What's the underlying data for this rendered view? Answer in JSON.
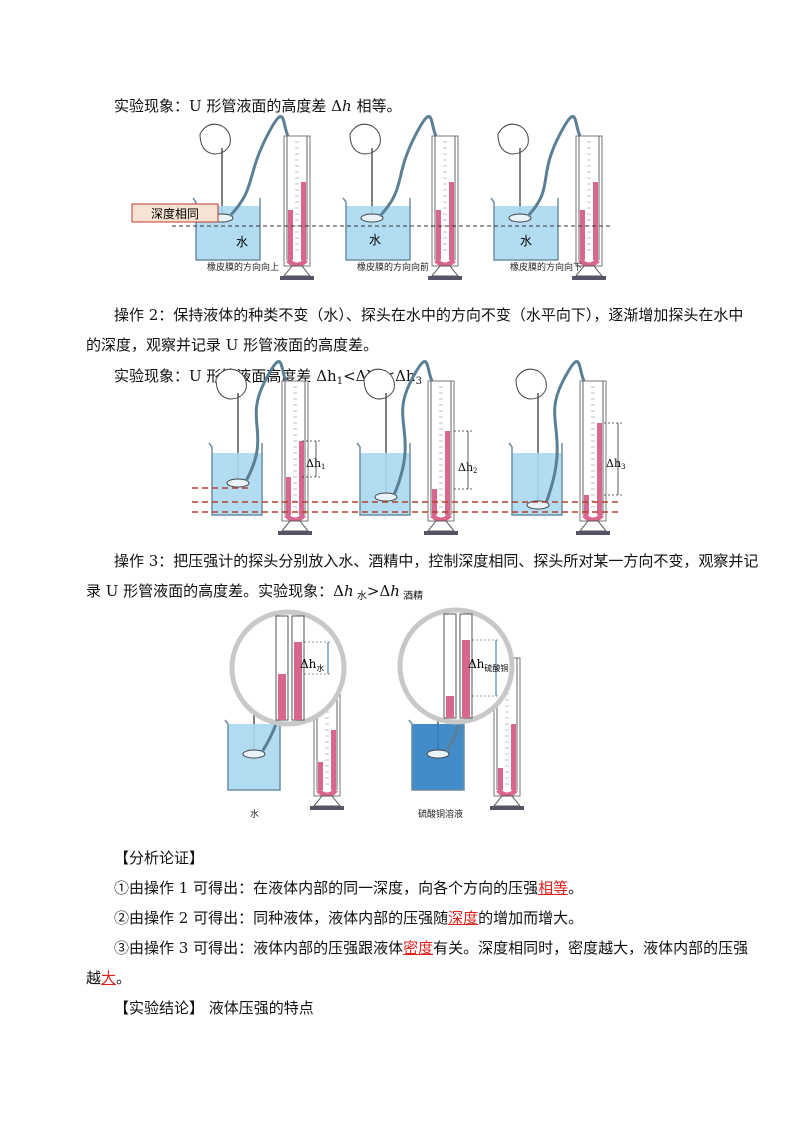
{
  "p1": {
    "text": "实验现象：U 形管液面的高度差 Δ",
    "var": "h",
    "tail": " 相等。"
  },
  "fig1": {
    "depth_tag": "深度相同",
    "water_label": "水",
    "captions": [
      "橡皮膜的方向向上",
      "橡皮膜的方向向前",
      "橡皮膜的方向向下"
    ]
  },
  "p2": {
    "line1": "操作 2：保持液体的种类不变（水）、探头在水中的方向不变（水平向下），逐渐增加探头在水中",
    "line2": "的深度，观察并记录 U 形管液面的高度差。"
  },
  "p3": {
    "prefix": "实验现象：U 形管液面高度差 ",
    "terms": [
      "Δh",
      "<Δh",
      "<Δh"
    ],
    "subs": [
      "1",
      "2",
      "3"
    ]
  },
  "fig2": {
    "dh_labels": [
      "Δh",
      "Δh",
      "Δh"
    ],
    "dh_subs": [
      "1",
      "2",
      "3"
    ]
  },
  "p4": {
    "line1": "操作 3：把压强计的探头分别放入水、酒精中，控制深度相同、探头所对某一方向不变，观察并记",
    "line2_prefix": "录 U 形管液面的高度差。实验现象：Δ",
    "h1": "h",
    "sub1": " 水",
    "mid": ">Δ",
    "h2": "h",
    "sub2": " 酒精"
  },
  "fig3": {
    "dh_water": "Δh",
    "dh_water_sub": "水",
    "dh_cuso4": "Δh",
    "dh_cuso4_sub": "硫酸铜",
    "caption_water": "水",
    "caption_cuso4": "硫酸铜溶液"
  },
  "analysis": {
    "heading": "【分析论证】",
    "item1_pre": "①由操作 1 可得出：在液体内部的同一深度，向各个方向的压强",
    "item1_ans": "相等",
    "item1_post": "。",
    "item2_pre": "②由操作 2 可得出：同种液体，液体内部的压强随",
    "item2_ans": "深度",
    "item2_post": "的增加而增大。",
    "item3_pre": "③由操作 3 可得出：液体内部的压强跟液体",
    "item3_ans": "密度",
    "item3_post": "有关。深度相同时，密度越大，液体内部的压强",
    "item3_l2_pre": "越",
    "item3_l2_ans": "大",
    "item3_l2_post": "。"
  },
  "conclusion": {
    "heading": "【实验结论】",
    "text": " 液体压强的特点"
  },
  "colors": {
    "water": "#a9d8ef",
    "cuso4": "#2f7fc4",
    "liquid": "#d9668f"
  }
}
